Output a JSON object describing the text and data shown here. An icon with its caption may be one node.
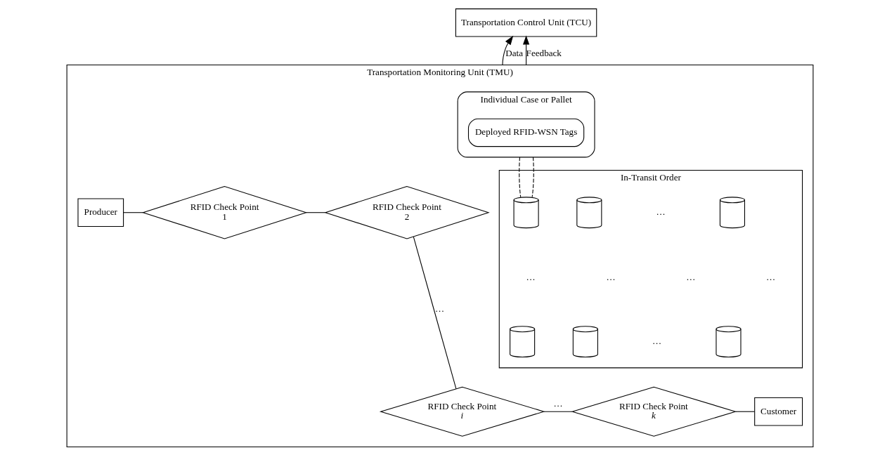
{
  "diagram": {
    "nodes": [
      {
        "text": [
          "Transportation Control Unit (TCU)"
        ]
      },
      {
        "text": [
          "Transportation Monitoring Unit (TMU)"
        ]
      },
      {
        "text": [
          "Individual Case or Pallet"
        ],
        "in": 1
      },
      {
        "text": [
          "Deployed RFID-WSN Tags"
        ],
        "in": 2
      },
      {
        "text": [
          "In-Transit Order"
        ],
        "in": 1
      },
      {
        "text": [],
        "shape": "cylinder",
        "in": 4
      },
      {
        "text": [],
        "shape": "cylinder",
        "in": 4
      },
      {
        "text": [],
        "shape": "cylinder",
        "in": 4
      },
      {
        "text": [],
        "shape": "cylinder",
        "in": 4
      },
      {
        "text": [],
        "shape": "cylinder",
        "in": 4
      },
      {
        "text": [],
        "shape": "cylinder",
        "in": 4
      },
      {
        "text": [
          "Producer"
        ],
        "in": 1
      },
      {
        "text": [
          "RFID Check Point",
          "1"
        ],
        "in": 1
      },
      {
        "text": [
          "RFID Check Point",
          "2"
        ],
        "in": 1
      },
      {
        "text": [
          "RFID Check Point",
          "i"
        ],
        "in": 1
      },
      {
        "text": [
          "RFID Check Point",
          "k"
        ],
        "in": 1
      },
      {
        "text": [
          "Customer"
        ],
        "in": 1
      }
    ],
    "edges": [
      {
        "from": 1,
        "to": 0,
        "arrow": "to",
        "label": "Data"
      },
      {
        "from": 1,
        "to": 0,
        "arrow": "to",
        "label": "Feedback"
      },
      {
        "from": 2,
        "to": 5,
        "arrow": "none",
        "style": "dashed"
      },
      {
        "from": 2,
        "to": 5,
        "arrow": "none",
        "style": "dashed"
      },
      {
        "from": 11,
        "to": 12,
        "arrow": "none"
      },
      {
        "from": 12,
        "to": 13,
        "arrow": "none"
      },
      {
        "from": 13,
        "to": 14,
        "arrow": "none",
        "label": "…"
      },
      {
        "from": 14,
        "to": 15,
        "arrow": "none",
        "label": "…"
      },
      {
        "from": 15,
        "to": 16,
        "arrow": "none"
      }
    ],
    "labels": [
      "…",
      "…",
      "…",
      "…",
      "…",
      "…"
    ]
  }
}
